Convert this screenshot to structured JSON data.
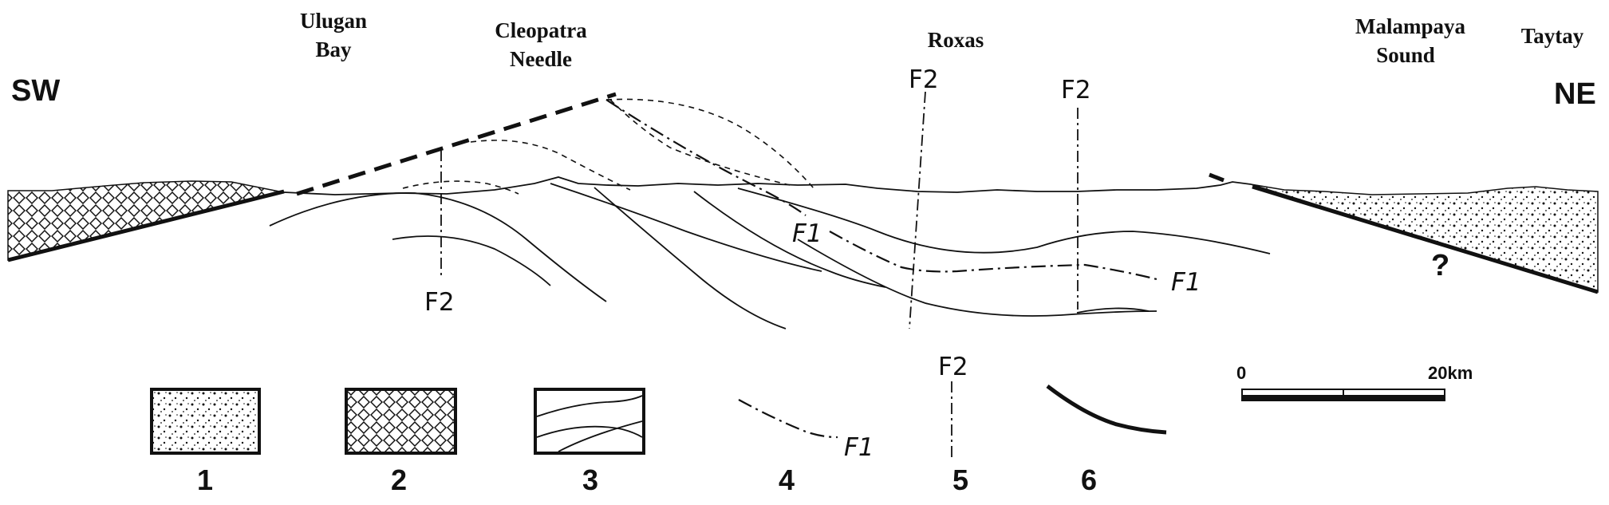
{
  "section": {
    "direction_left": "SW",
    "direction_right": "NE",
    "places": {
      "ulugan_line1": "Ulugan",
      "ulugan_line2": "Bay",
      "cleopatra_line1": "Cleopatra",
      "cleopatra_line2": "Needle",
      "roxas": "Roxas",
      "malampaya_line1": "Malampaya",
      "malampaya_line2": "Sound",
      "taytay": "Taytay"
    },
    "fault_labels": {
      "f2": "F2",
      "f1": "F1",
      "question": "?"
    }
  },
  "legend": {
    "items": [
      {
        "number": "1",
        "symbol": "dotted-fill-box"
      },
      {
        "number": "2",
        "symbol": "crosshatch-fill-box"
      },
      {
        "number": "3",
        "symbol": "layered-lines-box"
      },
      {
        "number": "4",
        "symbol": "dash-dot-line",
        "label": "F1"
      },
      {
        "number": "5",
        "symbol": "vertical-dash-dot-line",
        "label": "F2"
      },
      {
        "number": "6",
        "symbol": "thick-curve"
      }
    ]
  },
  "scale_bar": {
    "start_label": "0",
    "end_label": "20km"
  },
  "colors": {
    "ink": "#111111",
    "background": "#ffffff"
  }
}
